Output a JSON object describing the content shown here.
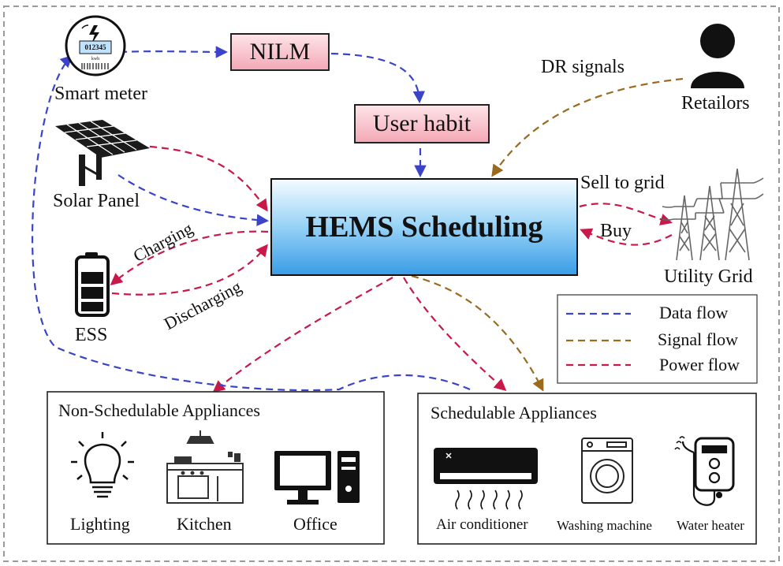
{
  "nodes": {
    "nilm": "NILM",
    "user_habit": "User habit",
    "hems": "HEMS Scheduling",
    "smart_meter": "Smart meter",
    "smart_meter_display": "012345",
    "smart_meter_unit": "kwh",
    "solar_panel": "Solar Panel",
    "ess": "ESS",
    "retailors": "Retailors",
    "utility_grid": "Utility Grid"
  },
  "edge_labels": {
    "dr_signals": "DR signals",
    "sell_to_grid": "Sell to grid",
    "buy": "Buy",
    "charging": "Charging",
    "discharging": "Discharging"
  },
  "legend": {
    "items": [
      {
        "label": "Data flow",
        "color": "#3b44c8"
      },
      {
        "label": "Signal flow",
        "color": "#9a6a1e"
      },
      {
        "label": "Power flow",
        "color": "#c9184a"
      }
    ]
  },
  "non_schedulable": {
    "title": "Non-Schedulable Appliances",
    "items": [
      {
        "label": "Lighting",
        "icon": "lightbulb-icon"
      },
      {
        "label": "Kitchen",
        "icon": "kitchen-icon"
      },
      {
        "label": "Office",
        "icon": "computer-icon"
      }
    ]
  },
  "schedulable": {
    "title": "Schedulable Appliances",
    "items": [
      {
        "label": "Air conditioner",
        "icon": "air-conditioner-icon"
      },
      {
        "label": "Washing machine",
        "icon": "washing-machine-icon"
      },
      {
        "label": "Water heater",
        "icon": "water-heater-icon"
      }
    ]
  },
  "colors": {
    "data_flow": "#3b44c8",
    "signal_flow": "#9a6a1e",
    "power_flow": "#c9184a",
    "pink_box": "#f9c7cf",
    "hems_top": "#eaf7ff",
    "hems_bottom": "#3aa0e8"
  }
}
